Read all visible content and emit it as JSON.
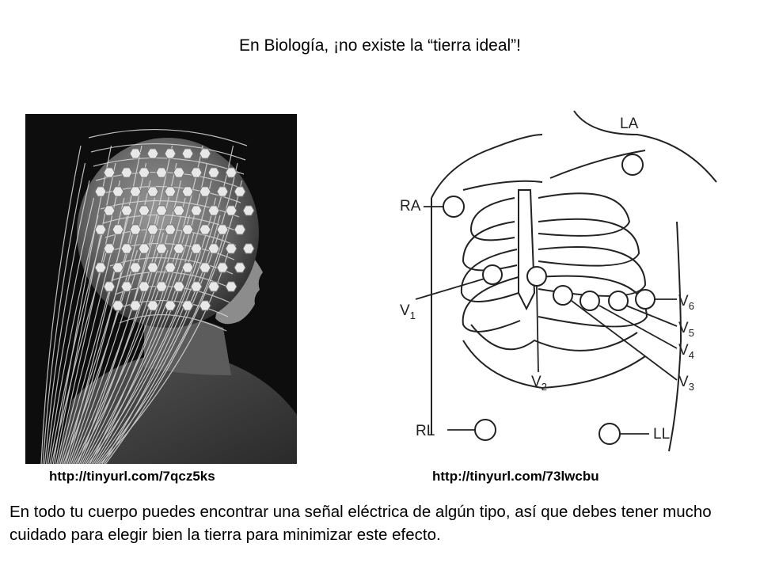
{
  "slide": {
    "title": "En Biología, ¡no existe la “tierra ideal”!",
    "left_image_url": "http://tinyurl.com/7qcz5ks",
    "right_image_url": "http://tinyurl.com/73lwcbu",
    "body": "En todo tu cuerpo puedes encontrar una señal eléctrica de algún tipo, así que debes tener mucho cuidado para elegir bien la tierra para minimizar este efecto."
  },
  "diagram_labels": {
    "la": "LA",
    "ra": "RA",
    "rl": "RL",
    "ll": "LL",
    "v1": "V",
    "v1_sub": "1",
    "v2": "V",
    "v2_sub": "2",
    "v3": "V",
    "v3_sub": "3",
    "v4": "V",
    "v4_sub": "4",
    "v5": "V",
    "v5_sub": "5",
    "v6": "V",
    "v6_sub": "6"
  }
}
